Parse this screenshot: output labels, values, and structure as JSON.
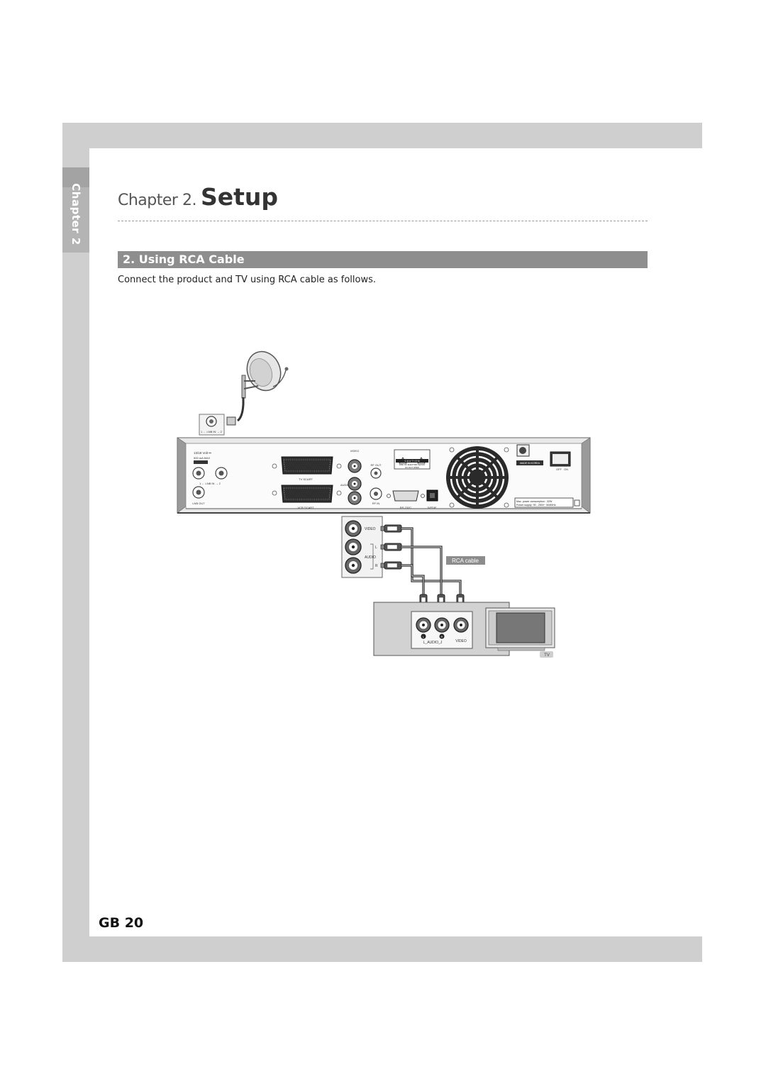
{
  "sidebar": {
    "chapter_tab": "Chapter 2"
  },
  "header": {
    "chapter_label": "Chapter 2.",
    "title": "Setup"
  },
  "section": {
    "title": "2. Using RCA Cable",
    "intro": "Connect the product and TV using RCA cable as follows."
  },
  "diagram": {
    "lnb_connector_label": "1 ← LNB IN → 2",
    "panel": {
      "power_label": "13/18 Volt ⎓",
      "current_label": "500 mA MAX",
      "lnb_in": "1 ← LNB IN → 2",
      "lnb_out": "LNB OUT",
      "tv_scart": "TV SCART",
      "vcr_scart": "VCR SCART",
      "video": "VIDEO",
      "audio": "AUDIO",
      "rf_out": "RF OUT",
      "rf_in": "RF IN",
      "rs232c": "RS 232C",
      "spdif": "S/PDIF",
      "caution": "C A U T I O N",
      "caution_line1": "RISK OF ELECTRIC SHOCK",
      "caution_line2": "DO NOT OPEN",
      "made_in": "MADE IN KOREA",
      "off": "OFF",
      "on": "ON",
      "power_consumption": "Max. power consumption : 32W",
      "power_supply": "Power supply: 90 - 250V~ 50/60Hz"
    },
    "rca_jacks": {
      "video": "VIDEO",
      "audio": "AUDIO",
      "left": "L",
      "right": "R"
    },
    "rca_cable_label": "RCA cable",
    "tv_jacks": {
      "audio": "L_AUDIO_J",
      "video": "VIDEO",
      "left": "L",
      "right": "R"
    },
    "tv_label": "TV"
  },
  "footer": {
    "page_number": "GB 20"
  }
}
